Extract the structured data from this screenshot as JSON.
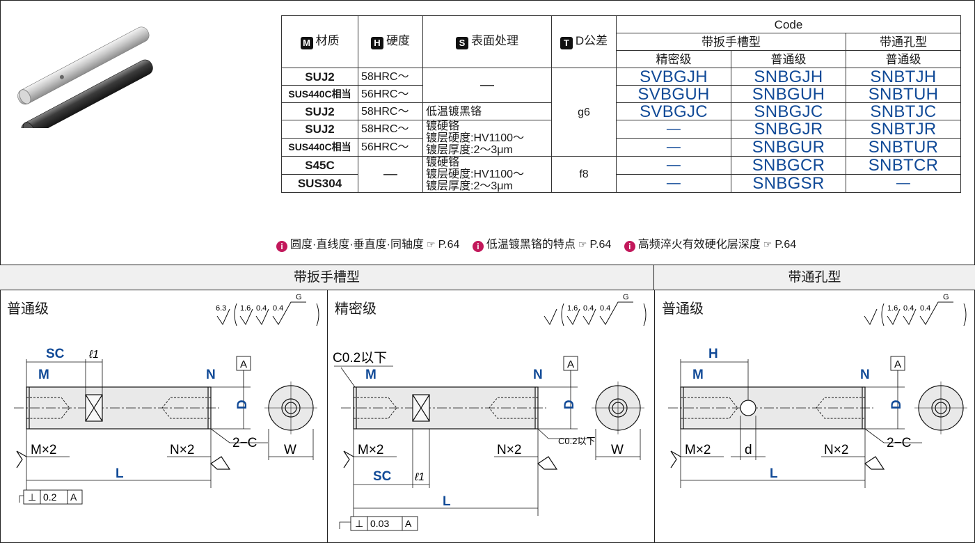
{
  "table": {
    "headers": {
      "material": "材质",
      "hardness": "硬度",
      "surface": "表面处理",
      "tolerance": "D公差",
      "code": "Code",
      "wrench_type": "带扳手槽型",
      "through_type": "带通孔型",
      "precision": "精密级",
      "standard": "普通级",
      "standard2": "普通级"
    },
    "badges": {
      "m": "M",
      "h": "H",
      "s": "S",
      "t": "T"
    },
    "rows": [
      {
        "material": "SUJ2",
        "hardness": "58HRC～",
        "code1": "SVBGJH",
        "code2": "SNBGJH",
        "code3": "SNBTJH"
      },
      {
        "material": "SUS440C相当",
        "hardness": "56HRC～",
        "code1": "SVBGUH",
        "code2": "SNBGUH",
        "code3": "SNBTUH"
      },
      {
        "material": "SUJ2",
        "hardness": "58HRC～",
        "surface": "低温镀黑铬",
        "code1": "SVBGJC",
        "code2": "SNBGJC",
        "code3": "SNBTJC"
      },
      {
        "material": "SUJ2",
        "hardness": "58HRC～",
        "code1": "—",
        "code2": "SNBGJR",
        "code3": "SNBTJR"
      },
      {
        "material": "SUS440C相当",
        "hardness": "56HRC～",
        "code1": "—",
        "code2": "SNBGUR",
        "code3": "SNBTUR"
      },
      {
        "material": "S45C",
        "code1": "—",
        "code2": "SNBGCR",
        "code3": "SNBTCR"
      },
      {
        "material": "SUS304",
        "code1": "—",
        "code2": "SNBGSR",
        "code3": "—"
      }
    ],
    "dash": "—",
    "hard_chrome": {
      "line1": "镀硬铬",
      "line2": "镀层硬度:HV1100～",
      "line3": "镀层厚度:2～3μm"
    },
    "tol_g6": "g6",
    "tol_f8": "f8"
  },
  "notes": [
    {
      "text": "圆度·直线度·垂直度·同轴度",
      "ref": "P.64"
    },
    {
      "text": "低温镀黑铬的特点",
      "ref": "P.64"
    },
    {
      "text": "高频淬火有效硬化层深度",
      "ref": "P.64"
    }
  ],
  "info_icon": "i",
  "ref_icon_glyph": "☞",
  "sections": {
    "wrench": "带扳手槽型",
    "through": "带通孔型"
  },
  "panels": {
    "p1_title": "普通级",
    "p2_title": "精密级",
    "p3_title": "普通级"
  },
  "roughness": {
    "r63": "6.3",
    "r16": "1.6",
    "r04": "0.4",
    "g": "G"
  },
  "dims": {
    "sc": "SC",
    "l1": "ℓ1",
    "m": "M",
    "n": "N",
    "a": "A",
    "d": "D",
    "w": "W",
    "mx2": "M×2",
    "nx2": "N×2",
    "c2": "2−C",
    "l": "L",
    "h": "H",
    "d_small": "d",
    "c02": "C0.2以下",
    "c02b": "C0.2以下",
    "perp1": "0.2",
    "perp2": "0.03",
    "perp_sym": "⊥"
  }
}
